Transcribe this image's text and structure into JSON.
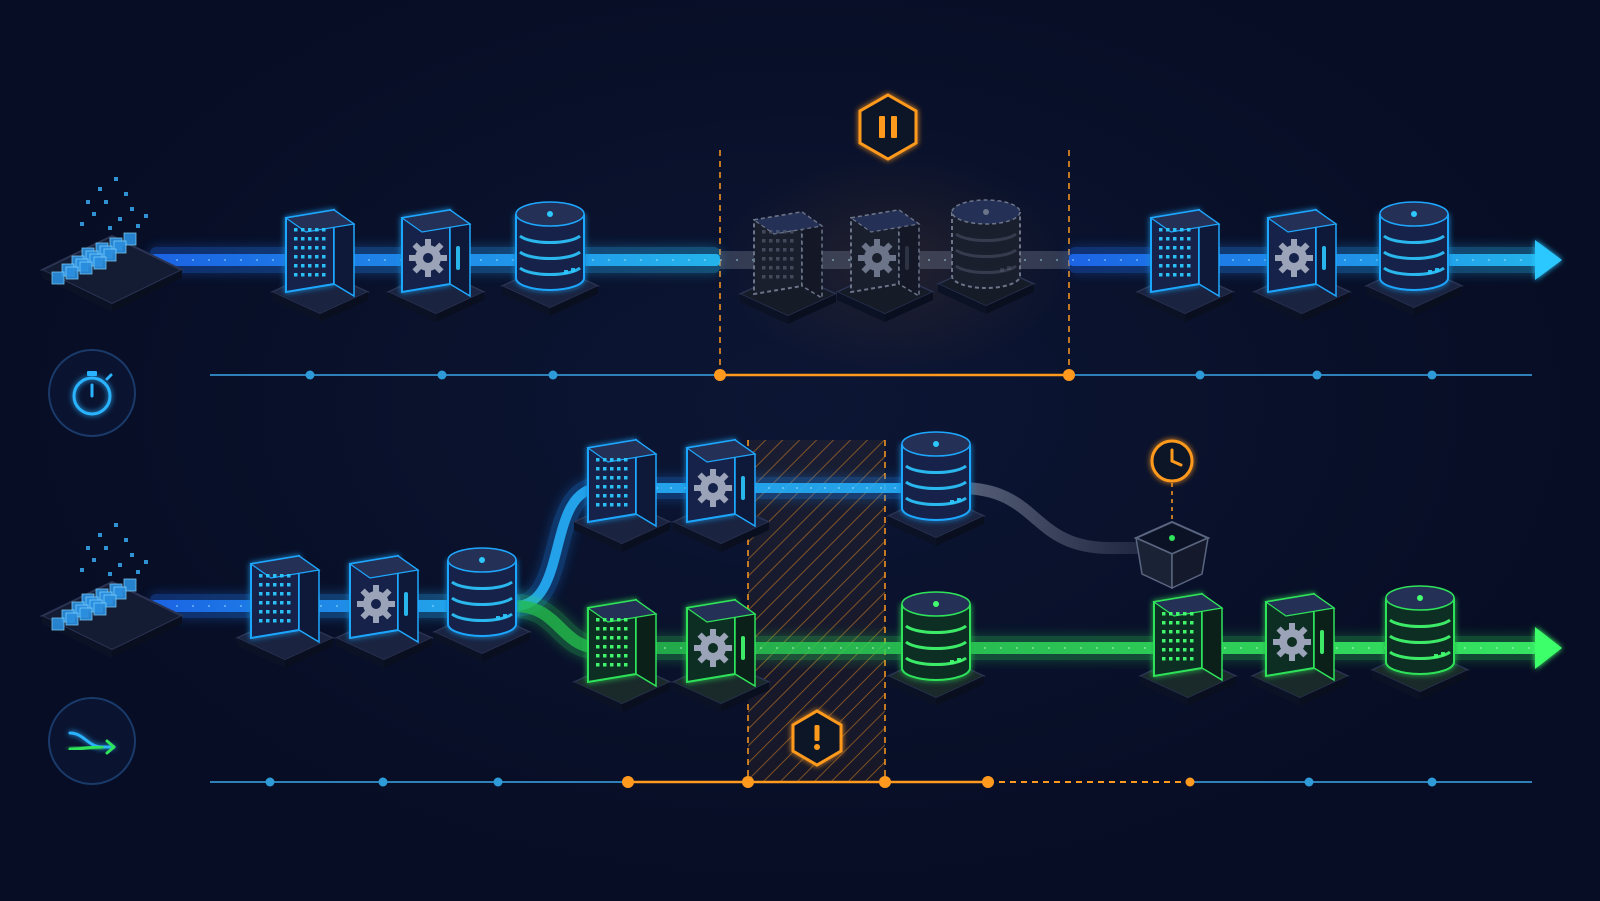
{
  "colors": {
    "background": "#070d24",
    "pipeline_blue": "#1ea7ff",
    "pipeline_green": "#2fe35a",
    "pause_orange": "#ff9a1f",
    "inactive_gray": "#6b7488",
    "timeline_blue": "#2f7fb8"
  },
  "icons": {
    "row1_badge": "stopwatch-icon",
    "row2_badge": "branch-merge-icon",
    "pause_marker": "pause-hexagon-icon",
    "warning_marker": "warning-hexagon-icon",
    "wait_marker": "clock-icon",
    "source": "data-cubes-icon",
    "node_grid": "grid-server-icon",
    "node_gear": "gear-server-icon",
    "node_db": "database-icon",
    "buffer": "buffer-bin-icon"
  },
  "diagram": {
    "rows": [
      {
        "id": "sequential",
        "stages": [
          "source",
          "grid",
          "gear",
          "db",
          "paused-grid",
          "paused-gear",
          "paused-db",
          "grid",
          "gear",
          "db"
        ],
        "paused_window": true
      },
      {
        "id": "branched",
        "stages": [
          "source",
          "grid",
          "gear",
          "db"
        ],
        "branches": [
          "blue-delayed",
          "green-continuous"
        ],
        "conflict_window": true
      }
    ]
  }
}
